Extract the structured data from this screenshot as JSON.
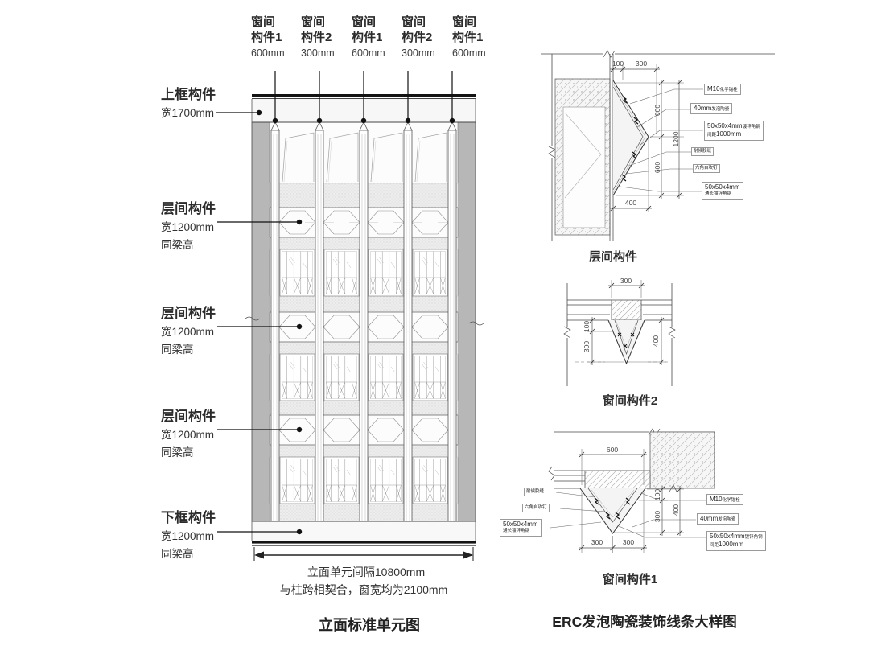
{
  "colors": {
    "line": "#3f3f3f",
    "thick_line": "#141414",
    "gray_strip": "#b7b7b7",
    "stipple_band": "#ededed",
    "text": "#2b2b2b",
    "dim_text": "#444444"
  },
  "elevation": {
    "caption": "立面标准单元图",
    "top_labels": [
      {
        "l1": "窗间",
        "l2": "构件1",
        "dim": "600mm"
      },
      {
        "l1": "窗间",
        "l2": "构件2",
        "dim": "300mm"
      },
      {
        "l1": "窗间",
        "l2": "构件1",
        "dim": "600mm"
      },
      {
        "l1": "窗间",
        "l2": "构件2",
        "dim": "300mm"
      },
      {
        "l1": "窗间",
        "l2": "构件1",
        "dim": "600mm"
      }
    ],
    "side_labels": [
      {
        "t": "上框构件",
        "d1": "宽1700mm",
        "d2": ""
      },
      {
        "t": "层间构件",
        "d1": "宽1200mm",
        "d2": "同梁高"
      },
      {
        "t": "层间构件",
        "d1": "宽1200mm",
        "d2": "同梁高"
      },
      {
        "t": "层间构件",
        "d1": "宽1200mm",
        "d2": "同梁高"
      },
      {
        "t": "下框构件",
        "d1": "宽1200mm",
        "d2": "同梁高"
      }
    ],
    "bottom_note1": "立面单元间隔10800mm",
    "bottom_note2": "与柱跨相契合，窗宽均为2100mm"
  },
  "details": {
    "caption": "ERC发泡陶瓷装饰线条大样图",
    "callouts": {
      "m10_main": "M10",
      "m10_sub": "化学锚栓",
      "foam_main": "40mm",
      "foam_sub": "发泡陶瓷",
      "angle_main": "50x50x4mm",
      "angle_sub": "镀锌角钢",
      "spacing_sub": "间距",
      "spacing_main": "1000mm",
      "seal": "耐候胶缝",
      "screw": "六角自攻钉",
      "angle2_main": "50x50x4mm",
      "angle2_sub": "通长镀锌角钢"
    },
    "d1": {
      "caption": "层间构件",
      "t100": "100",
      "t300": "300",
      "v600a": "600",
      "v600b": "600",
      "v1200": "1200",
      "b400": "400"
    },
    "d2": {
      "caption": "窗间构件2",
      "t300": "300",
      "l100": "100",
      "l300": "300",
      "r400": "400"
    },
    "d3": {
      "caption": "窗间构件1",
      "t600": "600",
      "r100": "100",
      "r300": "300",
      "r400": "400",
      "b300a": "300",
      "b300b": "300"
    }
  }
}
